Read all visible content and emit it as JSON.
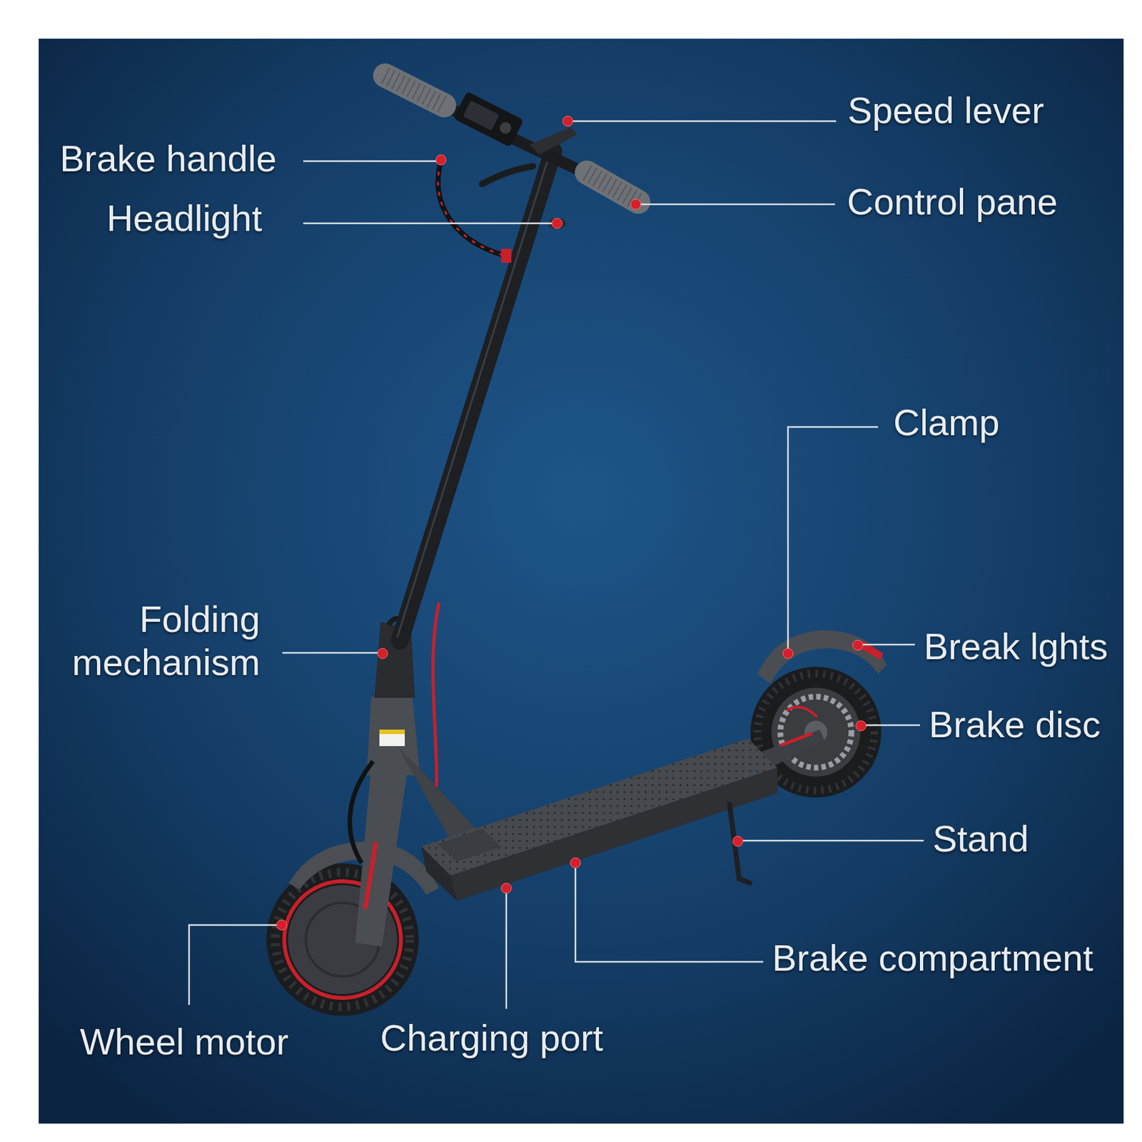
{
  "diagram": {
    "labels": [
      "Speed lever",
      "Brake handle",
      "Headlight",
      "Control pane",
      "Clamp",
      "Folding mechanism",
      "Break lghts",
      "Brake disc",
      "Stand",
      "Brake compartment",
      "Wheel motor",
      "Charging port"
    ]
  }
}
